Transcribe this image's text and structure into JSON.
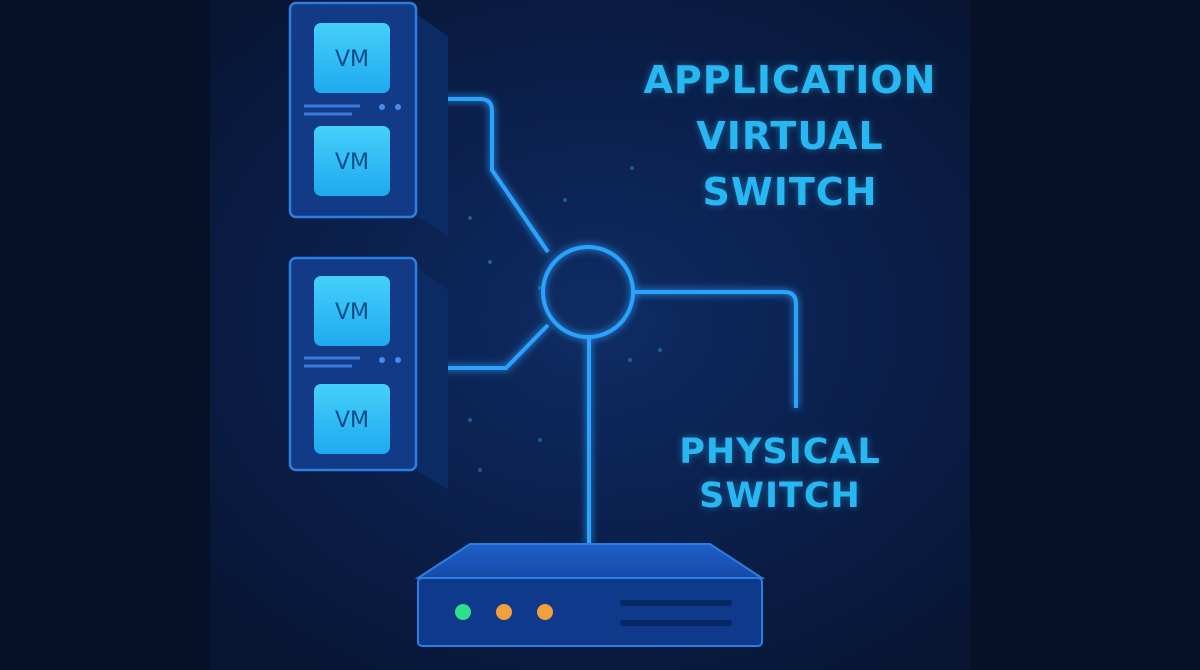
{
  "labels": {
    "application_virtual_switch": [
      "APPLICATION",
      "VIRTUAL",
      "SWITCH"
    ],
    "physical_switch": [
      "PHYSICAL",
      "SWITCH"
    ]
  },
  "hosts": [
    {
      "vms": [
        "VM",
        "VM"
      ]
    },
    {
      "vms": [
        "VM",
        "VM"
      ]
    }
  ],
  "physical_switch_leds": [
    "#2fe08a",
    "#f0a13c",
    "#f0a13c"
  ],
  "colors": {
    "background": "#081634",
    "line": "#2aa3ff",
    "vm_fill": "#2fc0f5",
    "host_fill": "#123a86",
    "caption": "#27b7f2"
  }
}
